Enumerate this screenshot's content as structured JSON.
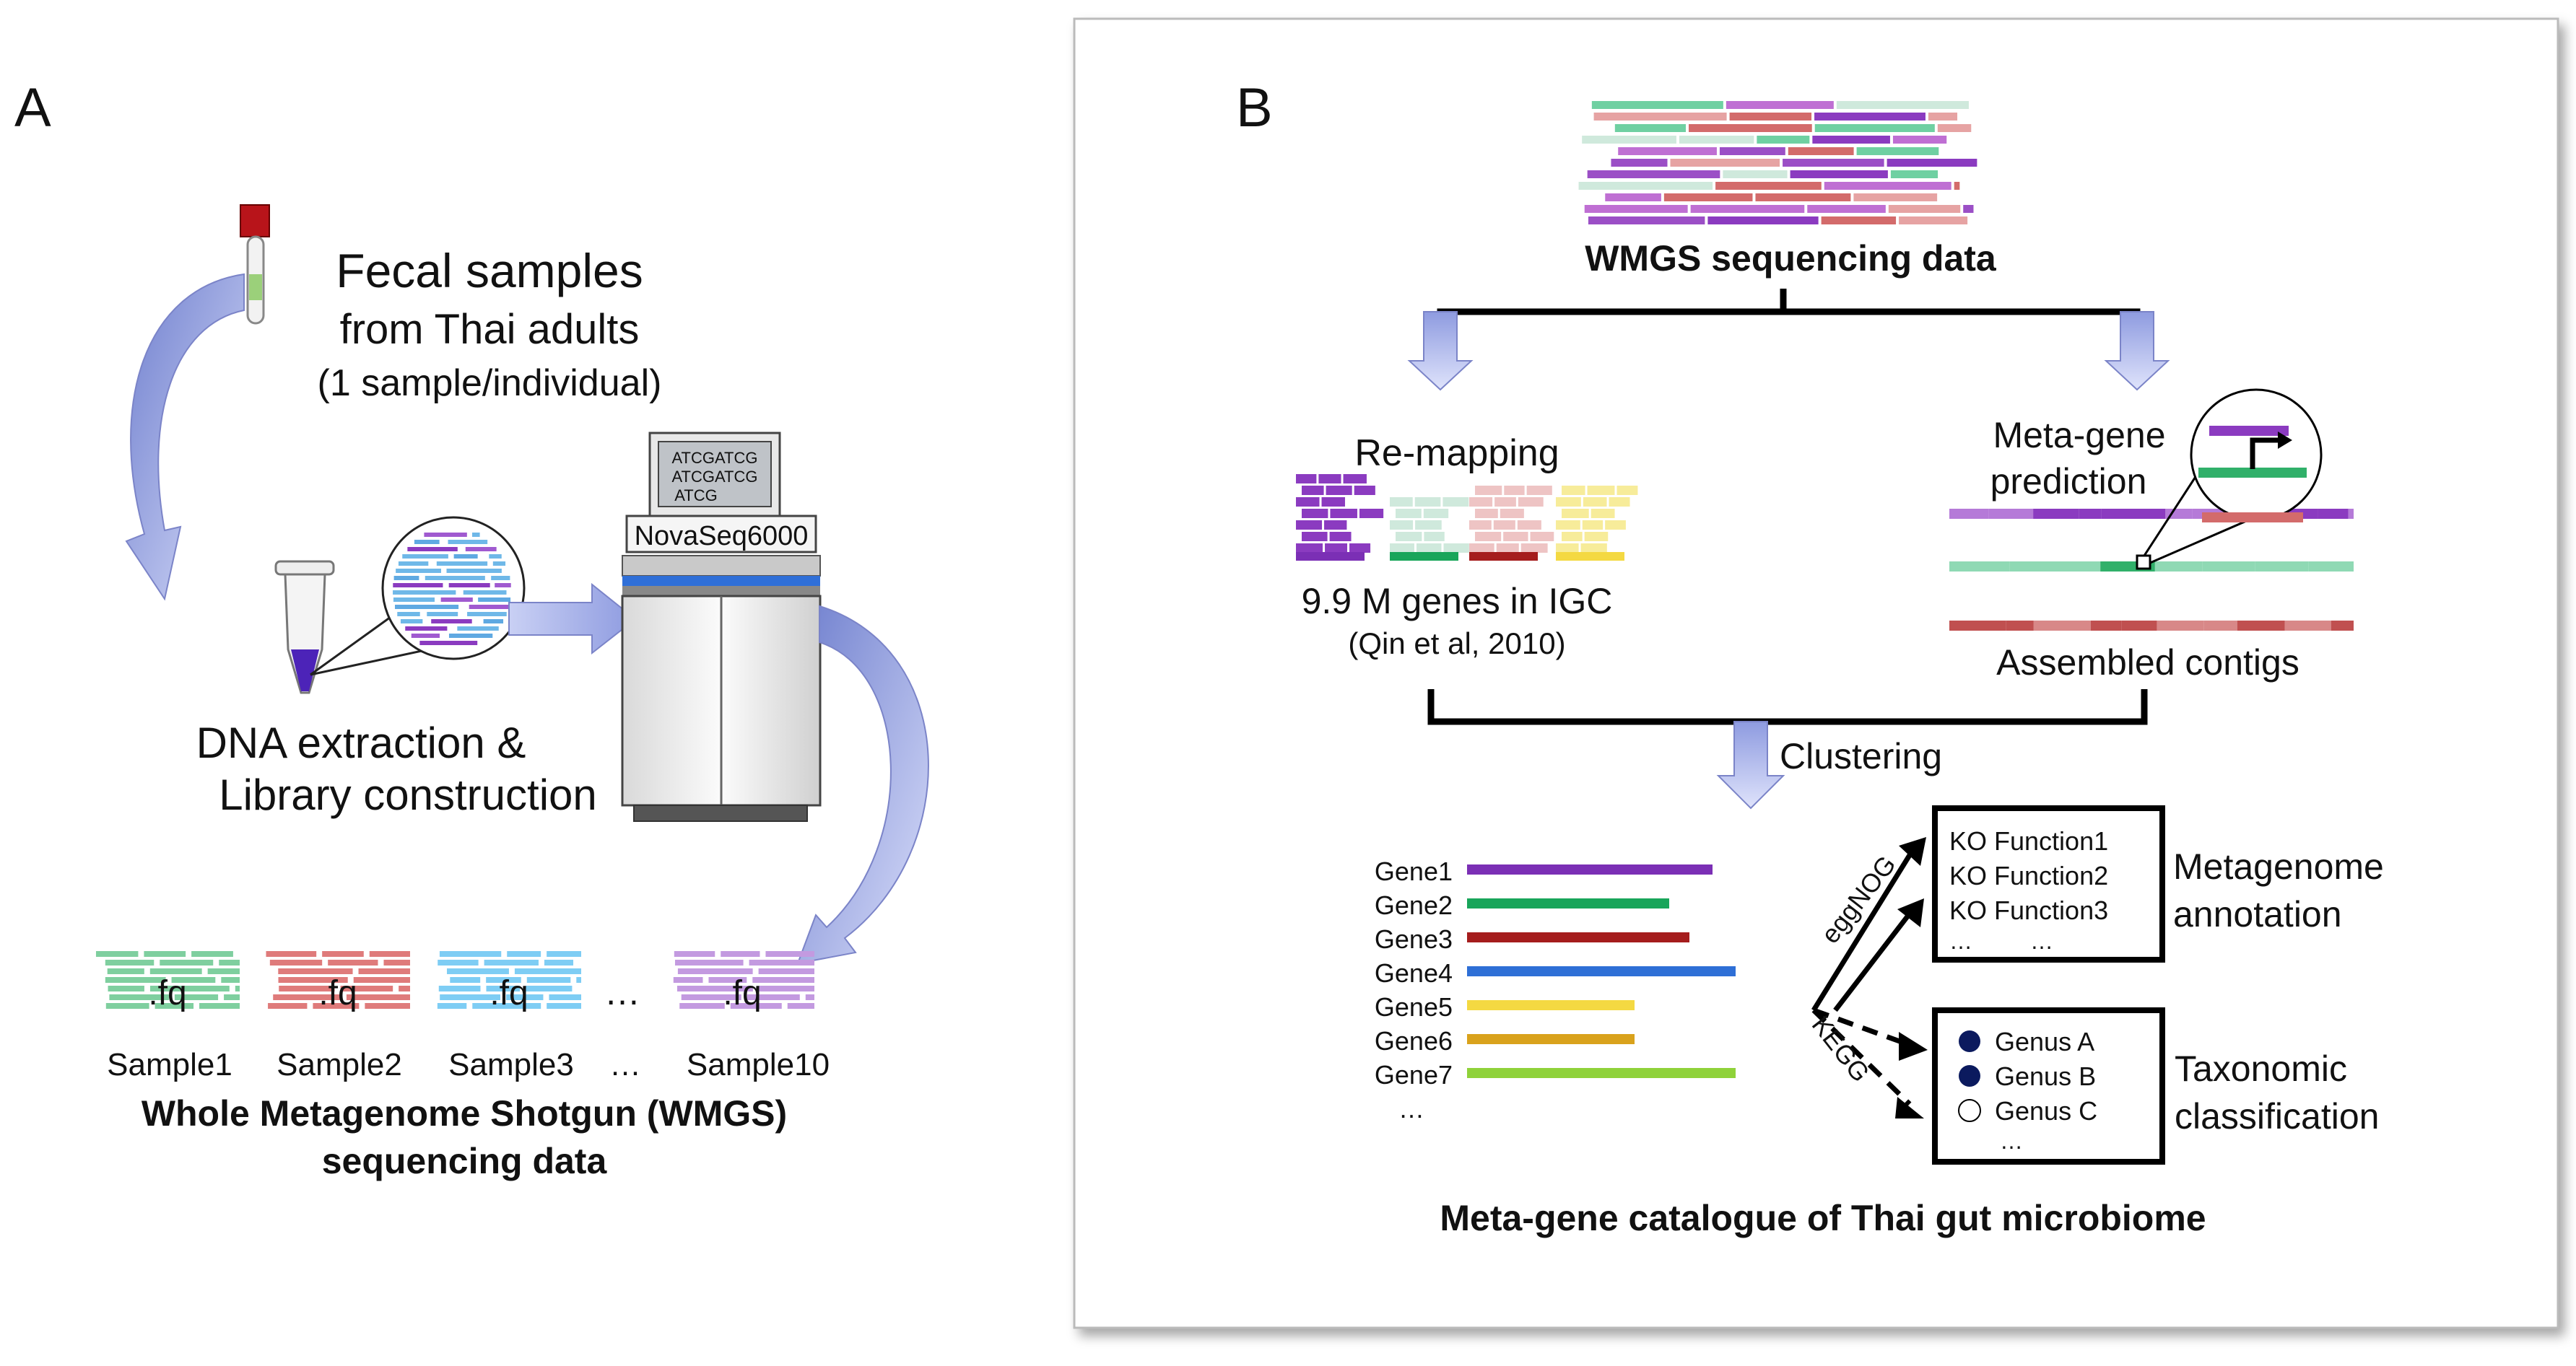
{
  "panel_a": {
    "label": "A",
    "fecal": [
      "Fecal samples",
      "from Thai adults",
      "(1 sample/individual)"
    ],
    "dna": [
      "DNA extraction &",
      "Library construction"
    ],
    "sequencer": {
      "name": "NovaSeq6000",
      "screen_lines": [
        "ATCGATCG",
        "ATCGATCG",
        "ATCG"
      ]
    },
    "fq_label": ".fq",
    "ellipsis": "…",
    "samples": [
      "Sample1",
      "Sample2",
      "Sample3",
      "…",
      "Sample10"
    ],
    "wmgs_title": [
      "Whole Metagenome Shotgun (WMGS)",
      "sequencing data"
    ]
  },
  "panel_b": {
    "label": "B",
    "wmgs_label": "WMGS sequencing data",
    "remapping": "Re-mapping",
    "igc": [
      "9.9 M genes in IGC",
      "(Qin et al, 2010)"
    ],
    "metagene": [
      "Meta-gene",
      "prediction"
    ],
    "contigs": "Assembled contigs",
    "clustering": "Clustering",
    "genes": [
      "Gene1",
      "Gene2",
      "Gene3",
      "Gene4",
      "Gene5",
      "Gene6",
      "Gene7",
      "…"
    ],
    "eggnog": "eggNOG",
    "kegg": "KEGG",
    "ko": [
      "KO Function1",
      "KO Function2",
      "KO Function3",
      "…",
      "…"
    ],
    "annotation": [
      "Metagenome",
      "annotation"
    ],
    "genus": [
      "Genus A",
      "Genus B",
      "Genus C",
      "…"
    ],
    "taxonomic": [
      "Taxonomic",
      "classification"
    ],
    "catalogue": "Meta-gene catalogue of Thai gut microbiome"
  },
  "colors": {
    "purple": "#7b2fb5",
    "green": "#18a55a",
    "darkred": "#a51d1d",
    "blue": "#2e6fd6",
    "yellow": "#f4d942",
    "mustard": "#d9a21c",
    "lime": "#8fd23a",
    "arrow_blue": "#b9c2ee",
    "navy": "#0b1a5e"
  }
}
